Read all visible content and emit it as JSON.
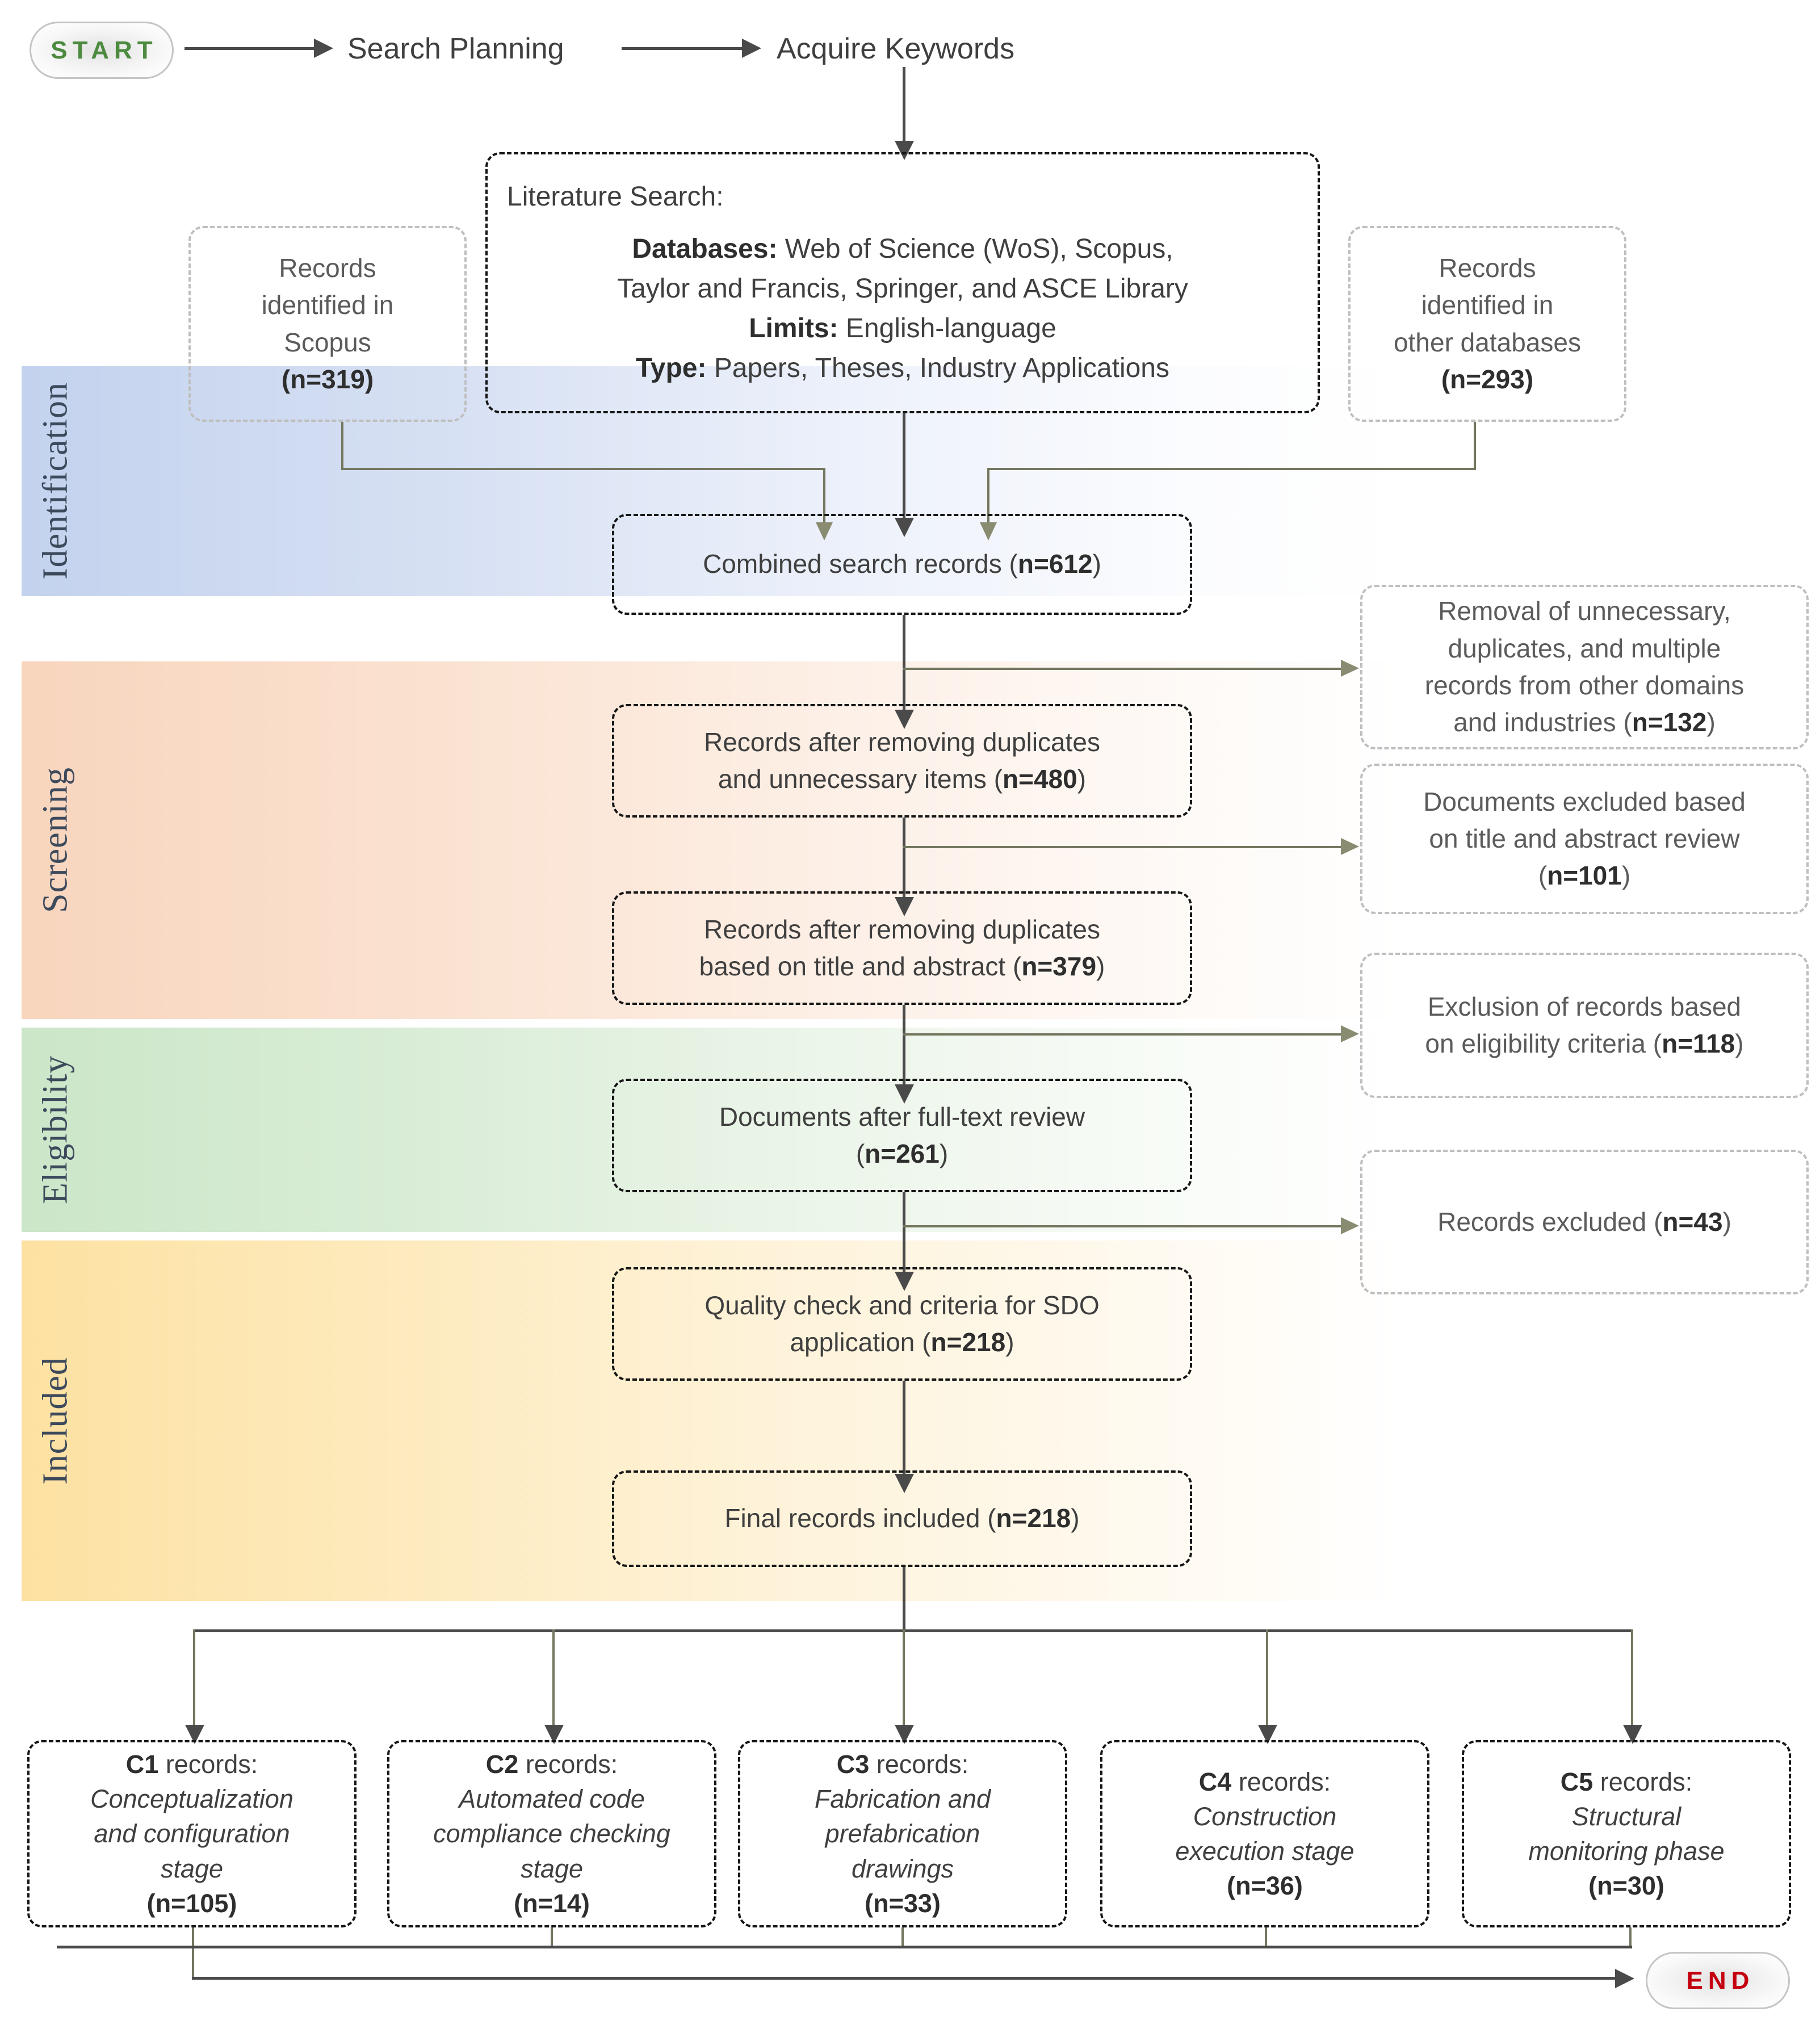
{
  "flow": {
    "start_label": "START",
    "end_label": "END",
    "search_planning": "Search Planning",
    "acquire_keywords": "Acquire Keywords"
  },
  "stages": [
    {
      "key": "identification",
      "label": "Identification",
      "color": "#c3d2ee"
    },
    {
      "key": "screening",
      "label": "Screening",
      "color": "#f8d5bd"
    },
    {
      "key": "eligibility",
      "label": "Eligibility",
      "color": "#cbe6c8"
    },
    {
      "key": "included",
      "label": "Included",
      "color": "#fde1a2"
    }
  ],
  "literature_search": {
    "title": "Literature Search:",
    "databases_label": "Databases:",
    "databases_value": " Web of Science (WoS), Scopus,",
    "databases_value_2": "Taylor and Francis, Springer, and ASCE Library",
    "limits_label": "Limits:",
    "limits_value": " English-language",
    "type_label": "Type:",
    "type_value": " Papers, Theses, Industry Applications"
  },
  "sources": [
    {
      "key": "scopus",
      "line1": "Records",
      "line2": "identified in",
      "line3": "Scopus",
      "n": "(n=319)",
      "n_value": 319
    },
    {
      "key": "other",
      "line1": "Records",
      "line2": "identified in",
      "line3": "other databases",
      "n": "(n=293)",
      "n_value": 293
    }
  ],
  "main_nodes": [
    {
      "key": "combined",
      "text_a": "Combined search records (",
      "n": "n=612",
      "text_b": ")",
      "n_value": 612
    },
    {
      "key": "after_dupes",
      "text_a": "Records after removing duplicates and unnecessary items (",
      "n": "n=480",
      "text_b": ")",
      "n_value": 480
    },
    {
      "key": "after_title",
      "text_a": "Records after removing duplicates based on title and abstract (",
      "n": "n=379",
      "text_b": ")",
      "n_value": 379
    },
    {
      "key": "fulltext",
      "text_a": "Documents after full-text review (",
      "n": "n=261",
      "text_b": ")",
      "n_value": 261
    },
    {
      "key": "quality",
      "text_a": "Quality check and criteria for SDO application (",
      "n": "n=218",
      "text_b": ")",
      "n_value": 218
    },
    {
      "key": "final",
      "text_a": "Final records included (",
      "n": "n=218",
      "text_b": ")",
      "n_value": 218
    }
  ],
  "main_text": {
    "combined_l1_a": "Combined search records (",
    "combined_l1_n": "n=612",
    "combined_l1_b": ")",
    "dupes_l1": "Records after removing duplicates",
    "dupes_l2_a": "and unnecessary items (",
    "dupes_l2_n": "n=480",
    "dupes_l2_b": ")",
    "title_l1": "Records after removing duplicates",
    "title_l2_a": "based on title and abstract (",
    "title_l2_n": "n=379",
    "title_l2_b": ")",
    "fulltext_l1": "Documents after full-text review",
    "fulltext_l2_a": "(",
    "fulltext_l2_n": "n=261",
    "fulltext_l2_b": ")",
    "quality_l1": "Quality check and criteria for SDO",
    "quality_l2_a": "application (",
    "quality_l2_n": "n=218",
    "quality_l2_b": ")",
    "final_l1_a": "Final records included (",
    "final_l1_n": "n=218",
    "final_l1_b": ")"
  },
  "exclusions": [
    {
      "key": "removal",
      "l1": "Removal of unnecessary,",
      "l2": "duplicates, and multiple",
      "l3": "records from other domains",
      "l4_a": "and industries (",
      "l4_n": "n=132",
      "l4_b": ")",
      "n_value": 132
    },
    {
      "key": "title_abstract",
      "l1": "Documents excluded based",
      "l2": "on title and abstract review",
      "l3_a": "(",
      "l3_n": "n=101",
      "l3_b": ")",
      "n_value": 101
    },
    {
      "key": "eligibility",
      "l1": "Exclusion of records based",
      "l2_a": "on eligibility criteria (",
      "l2_n": "n=118",
      "l2_b": ")",
      "n_value": 118
    },
    {
      "key": "records_excluded",
      "l1_a": "Records excluded (",
      "l1_n": "n=43",
      "l1_b": ")",
      "n_value": 43
    }
  ],
  "categories": [
    {
      "code": "C1",
      "suffix": " records:",
      "desc_l1": "Conceptualization",
      "desc_l2": "and configuration",
      "desc_l3": "stage",
      "n": "(n=105)",
      "n_value": 105
    },
    {
      "code": "C2",
      "suffix": " records:",
      "desc_l1": "Automated code",
      "desc_l2": "compliance checking",
      "desc_l3": "stage",
      "n": "(n=14)",
      "n_value": 14
    },
    {
      "code": "C3",
      "suffix": " records:",
      "desc_l1": "Fabrication and",
      "desc_l2": "prefabrication",
      "desc_l3": "drawings",
      "n": "(n=33)",
      "n_value": 33
    },
    {
      "code": "C4",
      "suffix": " records:",
      "desc_l1": "Construction",
      "desc_l2": "execution stage",
      "desc_l3": "",
      "n": "(n=36)",
      "n_value": 36
    },
    {
      "code": "C5",
      "suffix": " records:",
      "desc_l1": "Structural",
      "desc_l2": "monitoring phase",
      "desc_l3": "",
      "n": "(n=30)",
      "n_value": 30
    }
  ],
  "colors": {
    "start_text": "#4c8a3f",
    "end_text": "#c4000f",
    "node_border_primary": "#161616",
    "node_border_side": "#bfbfbf",
    "connector_main": "#4a4a4a",
    "connector_side": "#74765f"
  }
}
